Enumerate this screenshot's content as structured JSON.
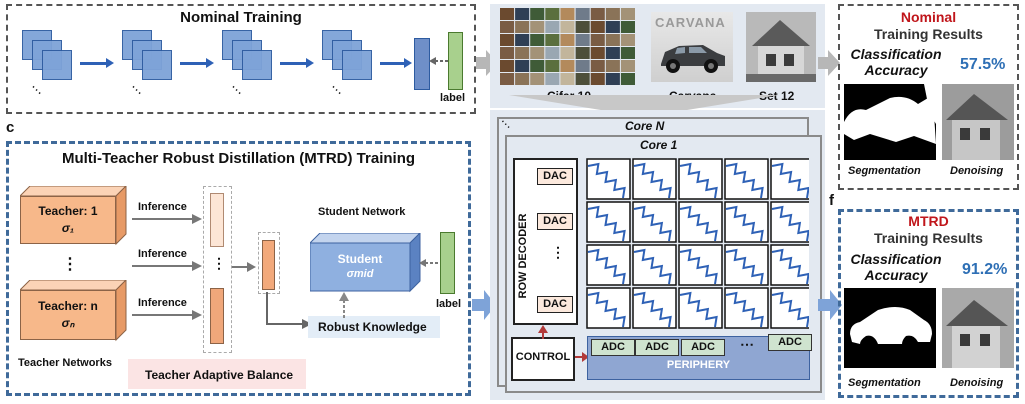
{
  "nominal_panel": {
    "title": "Nominal Training",
    "label": "label"
  },
  "datasets": {
    "cifar": "Cifar 10",
    "carvana": "Carvana",
    "carvana_logo": "CARVANA",
    "set12": "Set 12"
  },
  "nominal_results": {
    "title_highlight": "Nominal",
    "title_rest": "Training Results",
    "metric_label": "Classification Accuracy",
    "metric_value": "57.5%",
    "seg_label": "Segmentation",
    "denoise_label": "Denoising"
  },
  "mtrd_results": {
    "panel_letter": "f",
    "title_highlight": "MTRD",
    "title_rest": "Training Results",
    "metric_label": "Classification Accuracy",
    "metric_value": "91.2%",
    "seg_label": "Segmentation",
    "denoise_label": "Denoising"
  },
  "mtrd_panel": {
    "panel_letter": "c",
    "title": "Multi-Teacher Robust Distillation (MTRD) Training",
    "teacher1_name": "Teacher: 1",
    "teacher1_sym": "σ₁",
    "teacher_n_name": "Teacher: n",
    "teacher_n_sym": "σₙ",
    "ellipsis": "⋮",
    "inference": "Inference",
    "teacher_networks": "Teacher Networks",
    "adaptive_balance": "Teacher Adaptive Balance",
    "student_network": "Student Network",
    "student": "Student",
    "student_sym": "σmid",
    "robust_knowledge": "Robust Knowledge",
    "label": "label"
  },
  "chip": {
    "core_n": "Core N",
    "core_1": "Core 1",
    "row_decoder": "ROW DECODER",
    "dac": "DAC",
    "adc": "ADC",
    "control": "CONTROL",
    "periphery": "PERIPHERY",
    "dots": "⋯",
    "vdots": "⋮"
  },
  "colors": {
    "accent_red": "#c0161b",
    "accent_blue": "#2e6fb5",
    "panel_blue": "#3f6a9a"
  }
}
